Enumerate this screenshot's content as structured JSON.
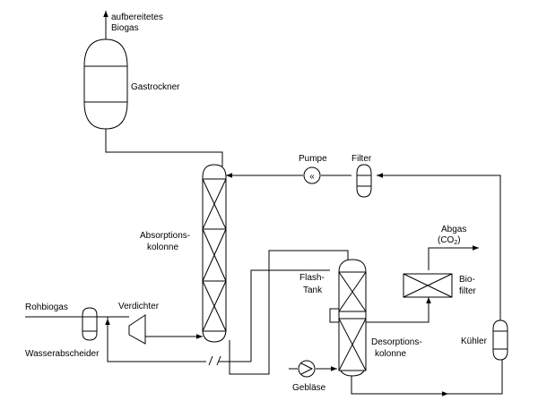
{
  "labels": {
    "product_gas_1": "aufbereitetes",
    "product_gas_2": "Biogas",
    "dryer": "Gastrockner",
    "pump": "Pumpe",
    "filter": "Filter",
    "absorber_1": "Absorptions-",
    "absorber_2": "kolonne",
    "offgas_1": "Abgas",
    "offgas_2": "(CO",
    "offgas_sub": "2",
    "offgas_3": ")",
    "biofilter_1": "Bio-",
    "biofilter_2": "filter",
    "flash_1": "Flash-",
    "flash_2": "Tank",
    "raw_gas": "Rohbiogas",
    "compressor": "Verdichter",
    "separator": "Wasserabscheider",
    "desorber_1": "Desorptions-",
    "desorber_2": "kolonne",
    "cooler": "Kühler",
    "blower": "Gebläse",
    "pump_symbol": "«"
  }
}
